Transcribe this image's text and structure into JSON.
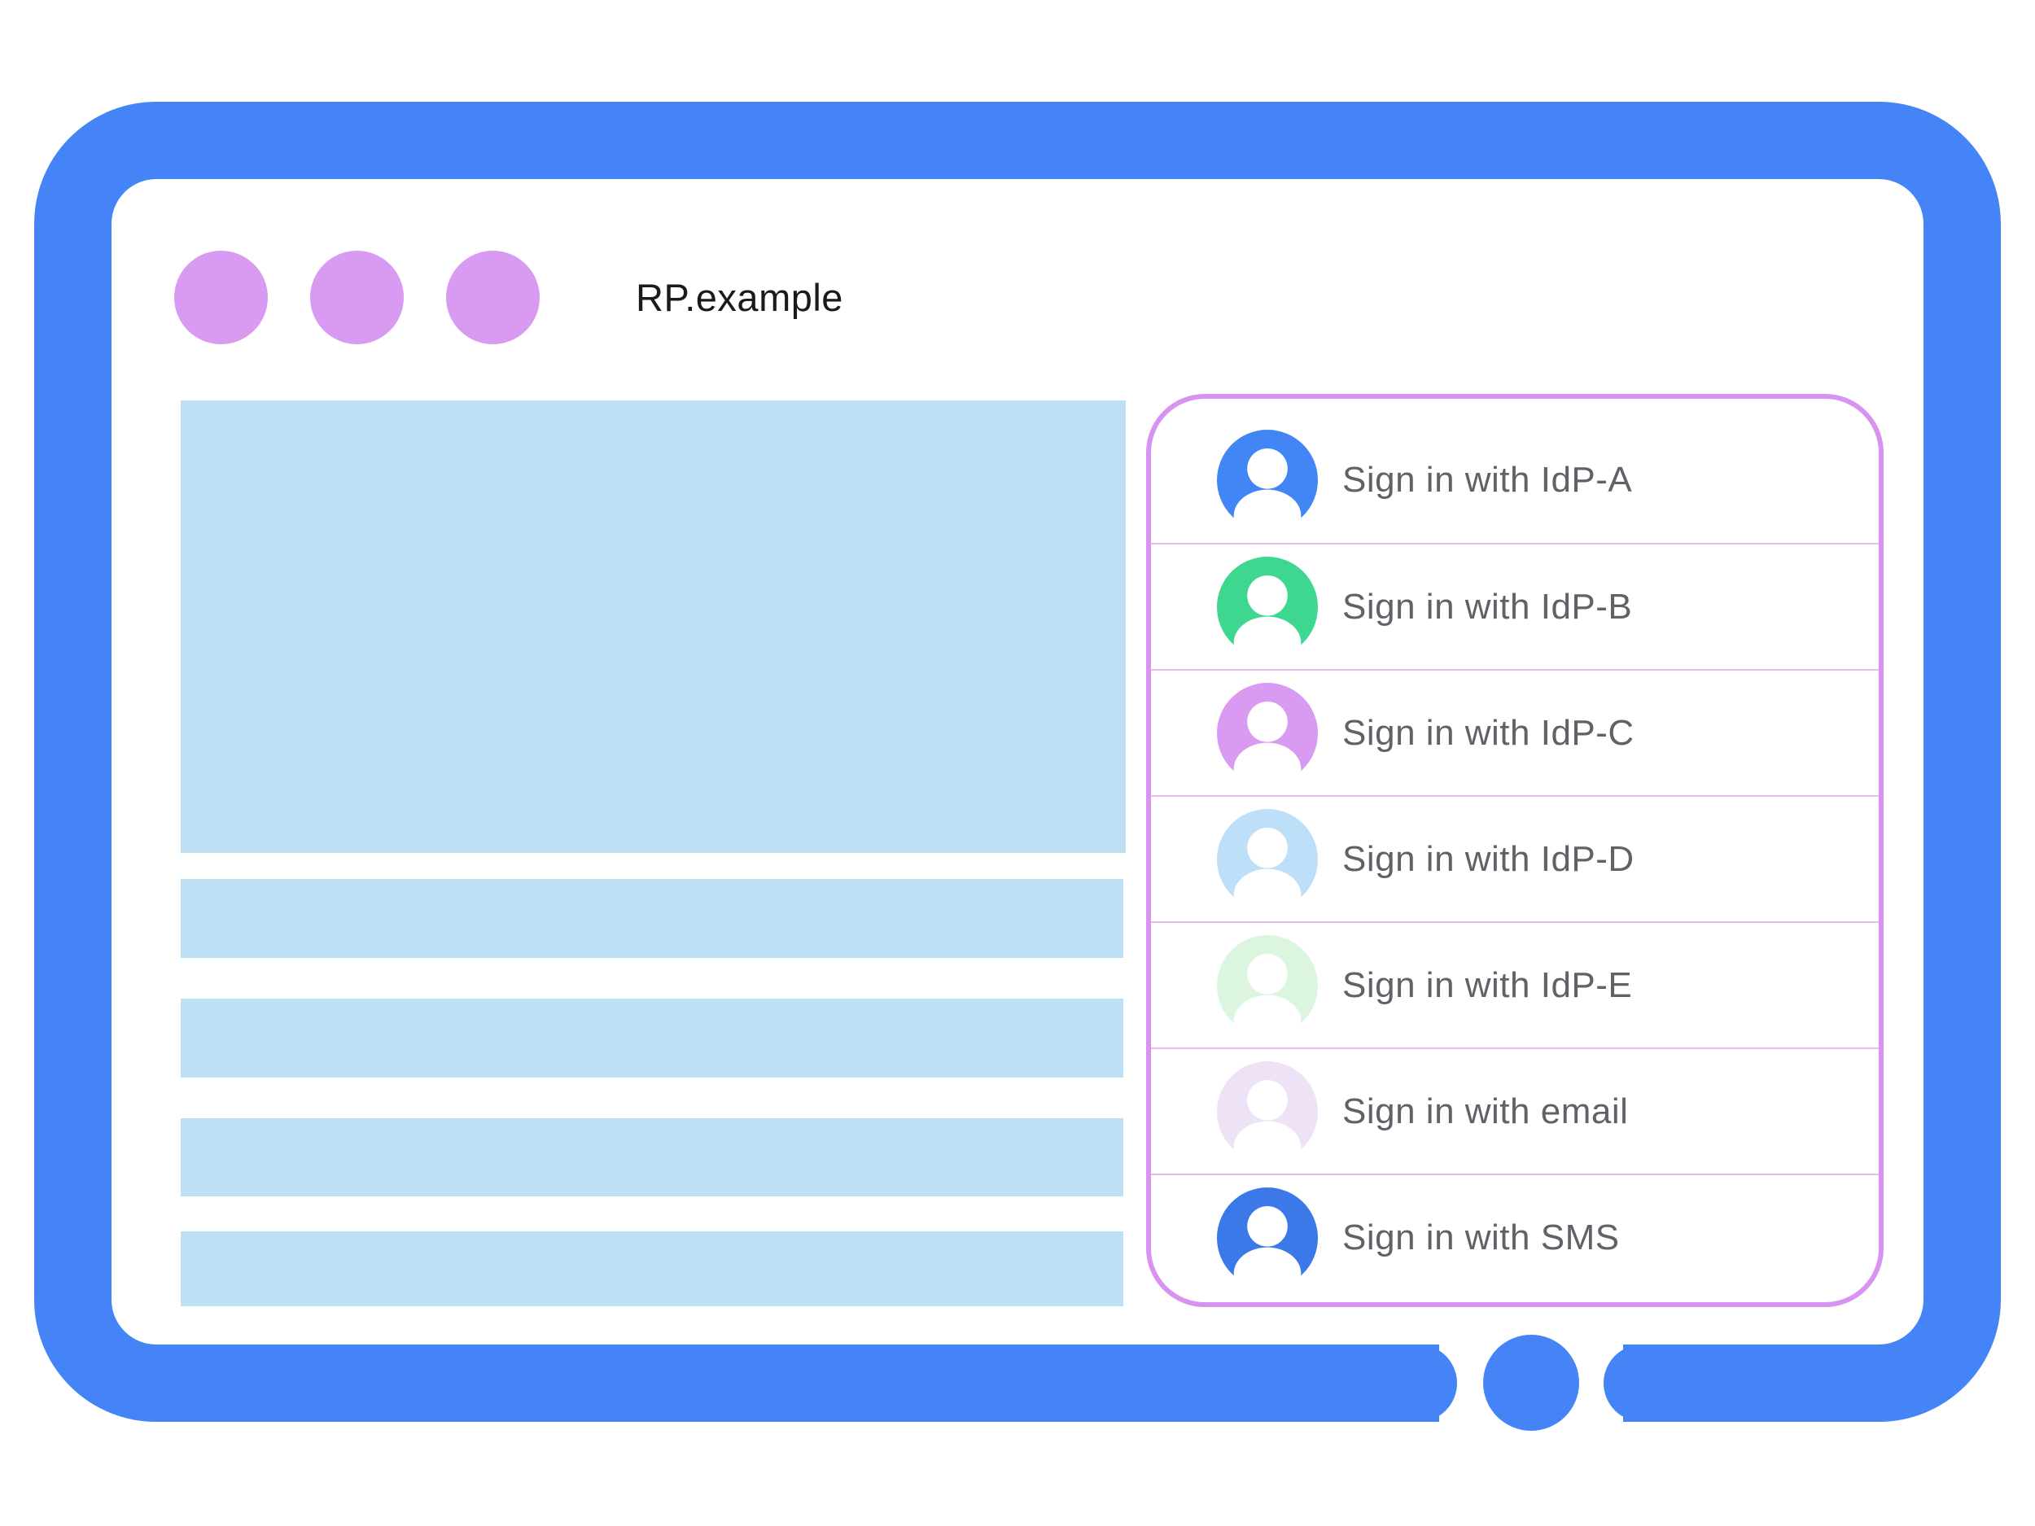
{
  "window": {
    "title": "RP.example"
  },
  "colors": {
    "frame": "#4484F7",
    "dot": "#D99AF2",
    "placeholder": "#BEE0F4",
    "panel_border": "#D793EF",
    "separator": "#F0B8F0",
    "label_text": "#5F6368",
    "title_text": "#1A1A1A"
  },
  "signin_panel": {
    "options": [
      {
        "label": "Sign in with IdP-A",
        "avatar_color": "#4285F4"
      },
      {
        "label": "Sign in with IdP-B",
        "avatar_color": "#3ED78F"
      },
      {
        "label": "Sign in with IdP-C",
        "avatar_color": "#D99AF2"
      },
      {
        "label": "Sign in with IdP-D",
        "avatar_color": "#BDDFF7"
      },
      {
        "label": "Sign in with IdP-E",
        "avatar_color": "#DCF5DF"
      },
      {
        "label": "Sign in with email",
        "avatar_color": "#EEE2F6"
      },
      {
        "label": "Sign in with SMS",
        "avatar_color": "#3C79E8"
      }
    ]
  }
}
